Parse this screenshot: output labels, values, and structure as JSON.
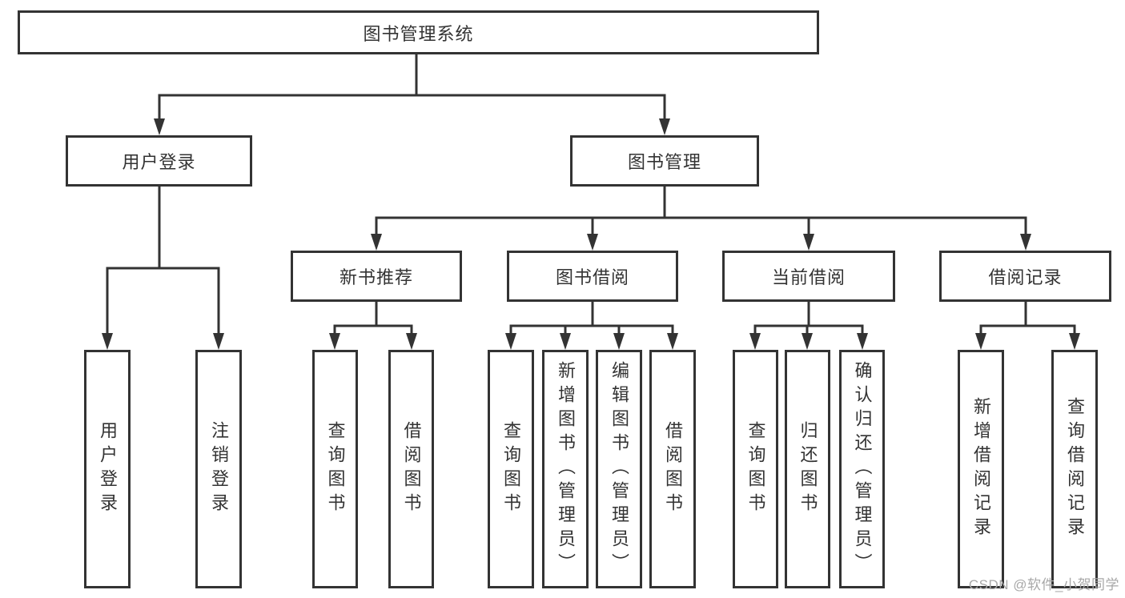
{
  "diagram_type": "hierarchy-tree",
  "colors": {
    "line": "#333333",
    "box_border": "#333333",
    "box_fill": "#ffffff",
    "text": "#333333",
    "watermark_text": "#a8a8a8",
    "background": "#ffffff"
  },
  "tree": {
    "label": "图书管理系统",
    "children": [
      {
        "label": "用户登录",
        "children": [
          {
            "label": "用户登录"
          },
          {
            "label": "注销登录"
          }
        ]
      },
      {
        "label": "图书管理",
        "children": [
          {
            "label": "新书推荐",
            "children": [
              {
                "label": "查询图书"
              },
              {
                "label": "借阅图书"
              }
            ]
          },
          {
            "label": "图书借阅",
            "children": [
              {
                "label": "查询图书"
              },
              {
                "label": "新增图书（管理员）"
              },
              {
                "label": "编辑图书（管理员）"
              },
              {
                "label": "借阅图书"
              }
            ]
          },
          {
            "label": "当前借阅",
            "children": [
              {
                "label": "查询图书"
              },
              {
                "label": "归还图书"
              },
              {
                "label": "确认归还（管理员）"
              }
            ]
          },
          {
            "label": "借阅记录",
            "children": [
              {
                "label": "新增借阅记录"
              },
              {
                "label": "查询借阅记录"
              }
            ]
          }
        ]
      }
    ]
  },
  "watermark": {
    "text": "CSDN @软件_小贺同学"
  }
}
